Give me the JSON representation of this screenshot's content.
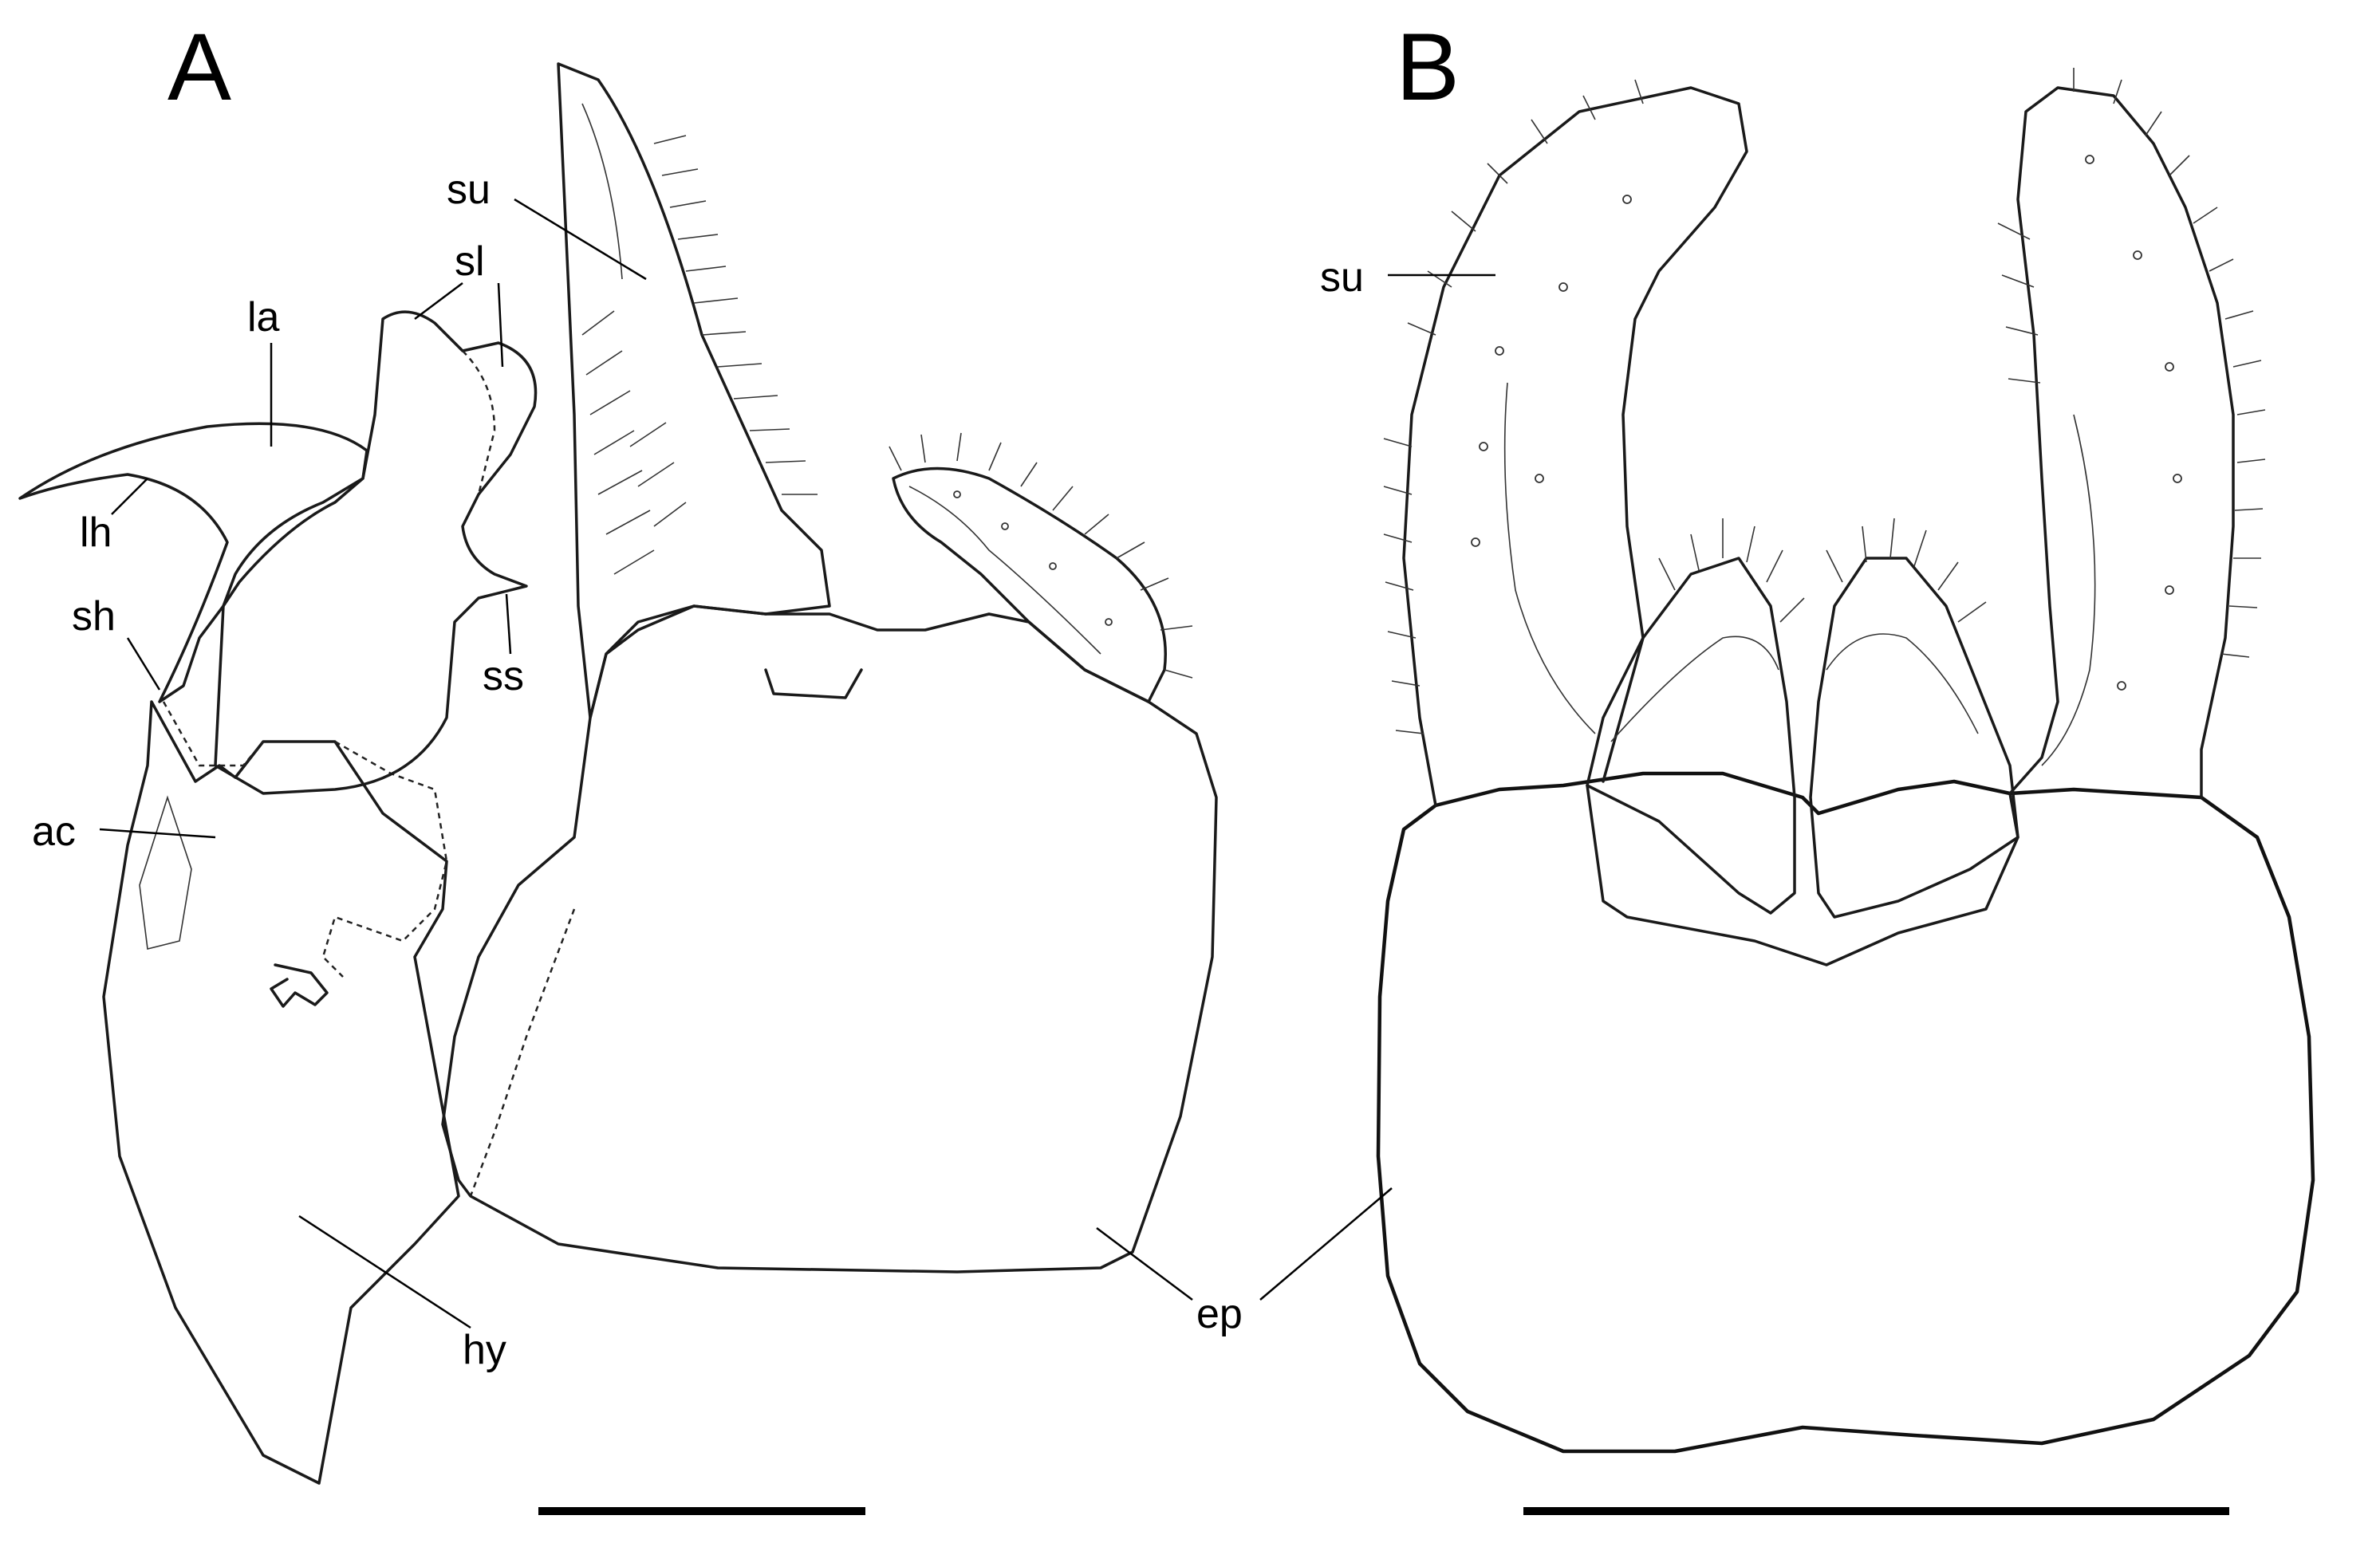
{
  "panels": {
    "a": {
      "letter": "A",
      "labels": {
        "su": "su",
        "sl": "sl",
        "la": "la",
        "lh": "lh",
        "sh": "sh",
        "ss": "ss",
        "ac": "ac",
        "hy": "hy"
      }
    },
    "b": {
      "letter": "B",
      "labels": {
        "su": "su"
      }
    },
    "shared": {
      "ep": "ep"
    }
  }
}
